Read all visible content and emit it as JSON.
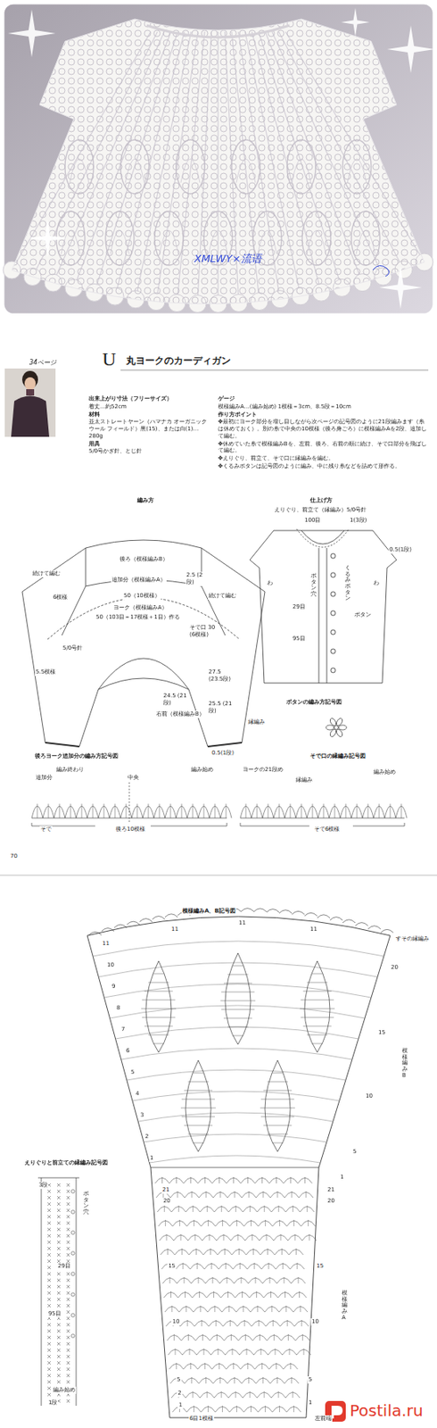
{
  "diagram": {
    "title": "丸ヨークのカーディガン",
    "labels": [
      "XMLWY×流语",
      "34ページ",
      "U",
      "出来上がり寸法（フリーサイズ）",
      "着丈…約52cm",
      "材料",
      "並太ストレートヤーン（ハマナカ オーガニックウール フィールド）黒(15)、または白(1)…280g",
      "用具",
      "5/0号かぎ針、とじ針",
      "ゲージ",
      "模様編みA…(編み始め) 1模様＝3cm、8.5段＝10cm",
      "作り方ポイント",
      "✤最初にヨーク部分を増し目しながら次ページの記号図のように21段編みます（糸は休めておく）。別の糸で中央の10模様（後ろ身ごろ）に模様編みAを2段、追加して編む。",
      "✤休めていた糸で模様編みBを、左前、後ろ、右前の順に続け、そで口部分を飛ばして編む。",
      "✤えりぐり、前立て、そで口に縁編みを編む。",
      "✤くるみボタンは記号図のように編み、中に残り糸などを詰めて形作る。",
      "編み方",
      "後ろ（模様編みB）",
      "追加分（模様編みA）",
      "2.5 (2段)",
      "50（10模様）",
      "ヨーク（模様編みA）",
      "50（103目＝17模様＋1目）作る",
      "続けて編む",
      "続けて編む",
      "6模様",
      "5/0号針",
      "5.5模様",
      "そで口 30 (6模様)",
      "27.5 (23.5段)",
      "24.5 (21段)",
      "右前（模様編みB）",
      "25.5 (21段)",
      "縁編み",
      "0.5(1段)",
      "仕上げ方",
      "えりぐり、前立て（縁編み）5/0号針",
      "100目",
      "1(3段)",
      "0.5(1段)",
      "わ",
      "わ",
      "ボタン穴",
      "くるみボタン",
      "ボタン",
      "29目",
      "95目",
      "ボタンの編み方記号図",
      "後ろヨーク追加分の編み方記号図",
      "編み始め",
      "追加分",
      "中央",
      "編み終わり",
      "後ろ10模様",
      "そで",
      "そで口の縁編み記号図",
      "ヨークの21段め",
      "縁編み",
      "編み始め",
      "そで6模様",
      "70",
      "模様編みA、B記号図",
      "すその縁編み",
      "20",
      "15",
      "10",
      "模様編みB",
      "5",
      "1",
      "21",
      "20",
      "15",
      "模様編みA",
      "10",
      "5",
      "1",
      "左前端",
      "6目1模様",
      "11",
      "10",
      "9",
      "8",
      "7",
      "6",
      "5",
      "4",
      "3",
      "2",
      "1",
      "11",
      "11",
      "11",
      "21",
      "20",
      "15",
      "10",
      "5",
      "2",
      "1",
      "えりぐりと前立ての縁編み記号図",
      "3段",
      "ボタン穴",
      "29目",
      "95目",
      "編み始め",
      "1段",
      "Postila.ru"
    ]
  }
}
